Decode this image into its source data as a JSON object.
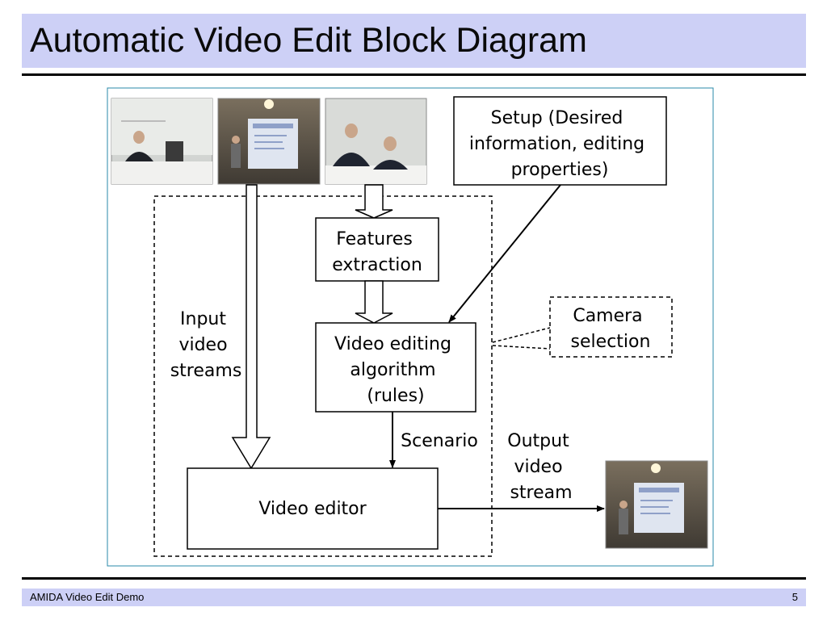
{
  "slide": {
    "title": "Automatic Video Edit Block Diagram",
    "footer_left": "AMIDA Video Edit Demo",
    "page_number": "5"
  },
  "diagram": {
    "setup_lines": [
      "Setup (Desired",
      "information, editing",
      "properties)"
    ],
    "features_lines": [
      "Features",
      "extraction"
    ],
    "algorithm_lines": [
      "Video editing",
      "algorithm",
      "(rules)"
    ],
    "camera_lines": [
      "Camera",
      "selection"
    ],
    "input_lines": [
      "Input",
      "video",
      "streams"
    ],
    "scenario_label": "Scenario",
    "output_lines": [
      "Output",
      "video",
      "stream"
    ],
    "editor_label": "Video editor"
  },
  "colors": {
    "title_band": "#cdd0f6",
    "frame_border": "#2a8aa8"
  }
}
